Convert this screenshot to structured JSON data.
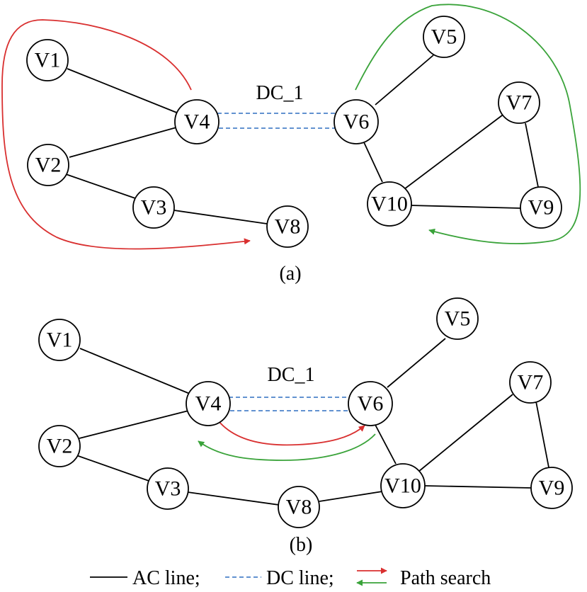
{
  "colors": {
    "ac_line": "#000000",
    "dc_line": "#2f6fc0",
    "path_search_forward": "#d93030",
    "path_search_return": "#3aa33a"
  },
  "panels": {
    "a": {
      "caption": "(a)",
      "dc_label": "DC_1",
      "nodes": [
        "V1",
        "V2",
        "V3",
        "V4",
        "V5",
        "V6",
        "V7",
        "V8",
        "V9",
        "V10"
      ],
      "ac_edges": [
        [
          "V1",
          "V4"
        ],
        [
          "V2",
          "V4"
        ],
        [
          "V2",
          "V3"
        ],
        [
          "V3",
          "V8"
        ],
        [
          "V5",
          "V6"
        ],
        [
          "V6",
          "V10"
        ],
        [
          "V7",
          "V10"
        ],
        [
          "V7",
          "V9"
        ],
        [
          "V9",
          "V10"
        ]
      ],
      "dc_edges": [
        [
          "V4",
          "V6"
        ]
      ]
    },
    "b": {
      "caption": "(b)",
      "dc_label": "DC_1",
      "nodes": [
        "V1",
        "V2",
        "V3",
        "V4",
        "V5",
        "V6",
        "V7",
        "V8",
        "V9",
        "V10"
      ],
      "ac_edges": [
        [
          "V1",
          "V4"
        ],
        [
          "V2",
          "V4"
        ],
        [
          "V2",
          "V3"
        ],
        [
          "V3",
          "V8"
        ],
        [
          "V8",
          "V10"
        ],
        [
          "V5",
          "V6"
        ],
        [
          "V6",
          "V10"
        ],
        [
          "V7",
          "V10"
        ],
        [
          "V7",
          "V9"
        ],
        [
          "V9",
          "V10"
        ]
      ],
      "dc_edges": [
        [
          "V4",
          "V6"
        ]
      ]
    }
  },
  "legend": {
    "ac": "AC line;",
    "dc": "DC line;",
    "path": "Path search"
  }
}
